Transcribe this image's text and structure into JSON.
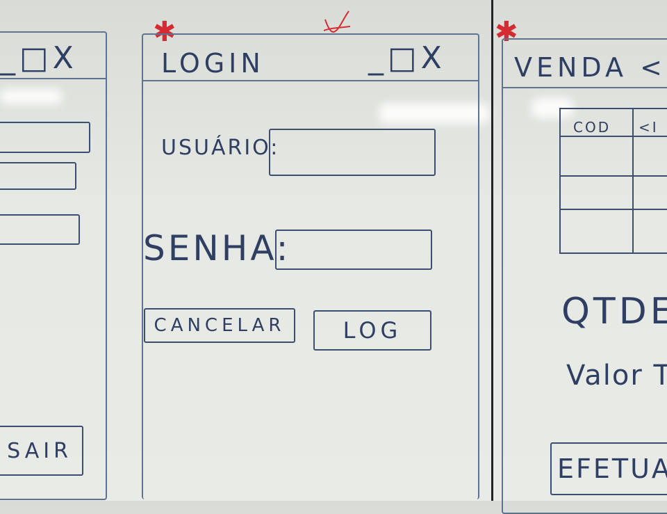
{
  "left_panel": {
    "window_controls": "_□X",
    "exit_button": "SAIR"
  },
  "login_window": {
    "title": "LOGIN",
    "window_controls": "_□X",
    "user_label": "USUÁRIO:",
    "password_label": "SENHA:",
    "cancel_button": "CANCELAR",
    "login_button": "LOG"
  },
  "sale_window": {
    "title": "VENDA <I",
    "table_headers": [
      "COD",
      "<I"
    ],
    "qty_label": "QTDEL",
    "total_label": "Valor To",
    "confirm_button": "EFETUAR"
  },
  "colors": {
    "marker_blue": "#2f3e63",
    "marker_red": "#d52b32",
    "board": "#e6e8e3"
  }
}
